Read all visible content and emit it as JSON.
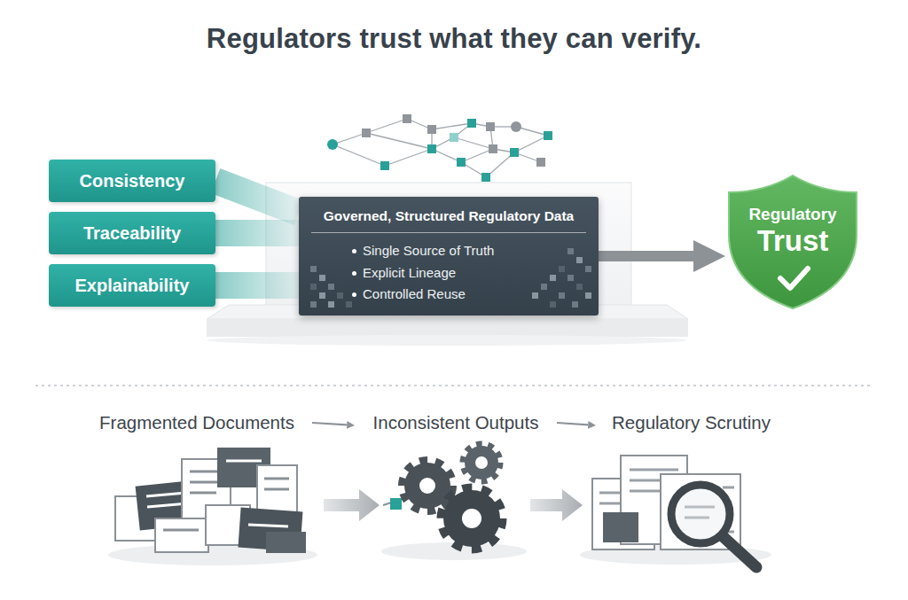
{
  "diagram": {
    "title": "Regulators trust what they can verify.",
    "nodes": [
      {
        "text": [
          "Consistency"
        ]
      },
      {
        "text": [
          "Traceability"
        ]
      },
      {
        "text": [
          "Explainability"
        ]
      },
      {
        "text": [
          "Governed, Structured Regulatory Data",
          "Single Source of Truth",
          "Explicit Lineage",
          "Controlled Reuse"
        ]
      },
      {
        "text": [
          "Regulatory",
          "Trust"
        ]
      },
      {
        "text": [
          "Fragmented Documents"
        ]
      },
      {
        "text": [
          "Inconsistent Outputs"
        ]
      },
      {
        "text": [
          "Regulatory Scrutiny"
        ]
      }
    ],
    "edges": [
      {
        "from": 0,
        "to": 3,
        "arrow": "none"
      },
      {
        "from": 1,
        "to": 3,
        "arrow": "none"
      },
      {
        "from": 2,
        "to": 3,
        "arrow": "none"
      },
      {
        "from": 3,
        "to": 4,
        "arrow": "to"
      },
      {
        "from": 5,
        "to": 6,
        "arrow": "to"
      },
      {
        "from": 6,
        "to": 7,
        "arrow": "to"
      }
    ]
  }
}
